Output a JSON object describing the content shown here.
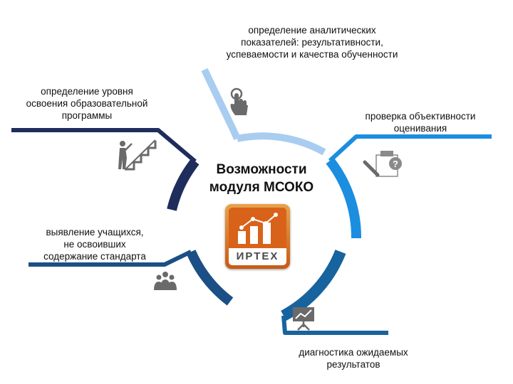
{
  "title_lines": [
    "Возможности",
    "модуля МСОКО"
  ],
  "logo_text": "ИРТЕХ",
  "labels": {
    "top": [
      "определение аналитических",
      "показателей: результативности,",
      "успеваемости и качества обученности"
    ],
    "upper_left": [
      "определение уровня",
      "освоения образовательной",
      "программы"
    ],
    "upper_right": [
      "проверка объективности",
      "оценивания"
    ],
    "lower_left": [
      "выявление учащихся,",
      "не освоивших",
      "содержание стандарта"
    ],
    "bottom": [
      "диагностика ожидаемых",
      "результатов"
    ]
  },
  "icons": {
    "top": "touch-hand-icon",
    "upper_left": "stairs-person-icon",
    "upper_right": "checklist-question-icon",
    "lower_left": "group-people-icon",
    "bottom": "presentation-chart-icon"
  },
  "colors": {
    "light_blue": "#a9cdf0",
    "bright_blue": "#1b8ee0",
    "navy": "#1f2d5c",
    "mid_blue": "#1b4f86",
    "teal_blue": "#17639e",
    "icon_gray": "#6a6a6a",
    "logo_orange": "#d9621a"
  }
}
